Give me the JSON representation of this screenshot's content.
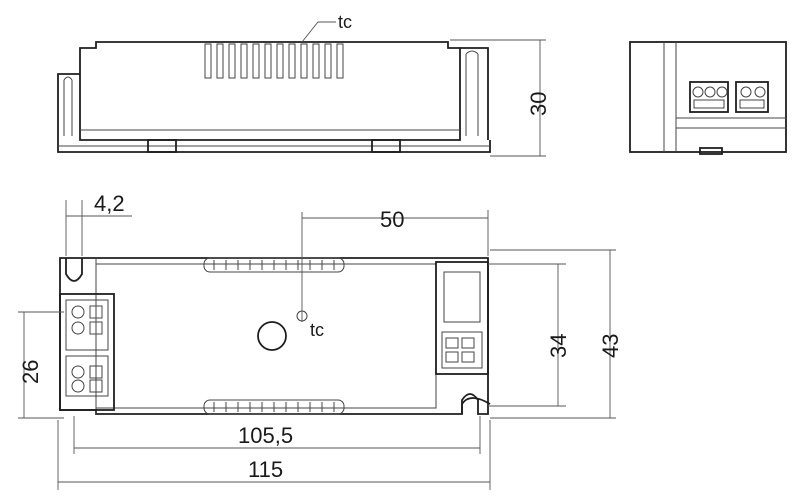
{
  "labels": {
    "tc_top": "tc",
    "tc_bottom": "tc"
  },
  "dimensions": {
    "height_side": "30",
    "offset_4_2": "4,2",
    "tc_position": "50",
    "hole_spacing_vertical": "34",
    "width_43": "43",
    "terminal_26": "26",
    "hole_spacing_horizontal": "105,5",
    "length_115": "115"
  }
}
